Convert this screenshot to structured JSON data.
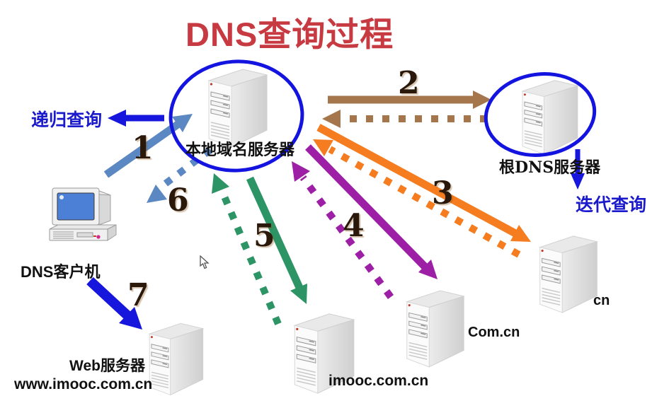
{
  "title": "DNS查询过程",
  "nodes": {
    "local_dns": {
      "label": "本地域名服务器"
    },
    "root_dns": {
      "label": "根DNS服务器"
    },
    "dns_client": {
      "label": "DNS客户机"
    },
    "web_server": {
      "label_line1": "Web服务器",
      "label_line2": "www.imooc.com.cn"
    },
    "imooc_server": {
      "label": "imooc.com.cn"
    },
    "com_cn_server": {
      "label": "Com.cn"
    },
    "cn_server": {
      "label": "cn"
    }
  },
  "annotations": {
    "recursive_query": "递归查询",
    "iterative_query": "迭代查询"
  },
  "steps": [
    "1",
    "2",
    "3",
    "4",
    "5",
    "6",
    "7"
  ],
  "colors": {
    "title_red": "#c83a42",
    "query_text_blue": "#1a1acc",
    "ellipse_blue": "#1414e0",
    "client_arrow_steel_blue": "#5b87c2",
    "root_arrow_brown": "#a5764c",
    "cn_arrow_orange": "#f57c1f",
    "comcn_arrow_purple": "#9c1fa5",
    "imooc_arrow_green": "#2d9465",
    "web_arrow_blue": "#1616dd",
    "step_number_color": "#2a180a"
  }
}
